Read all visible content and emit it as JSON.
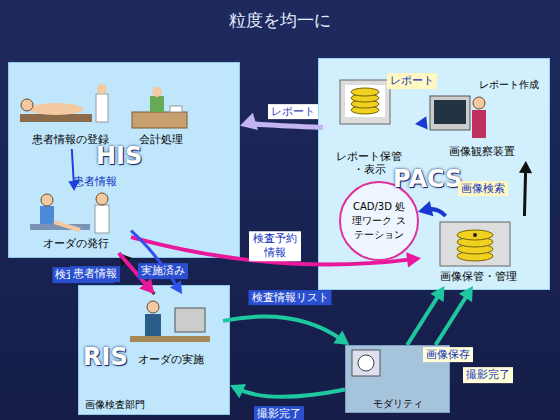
{
  "diagram": {
    "title": "粒度を均一に",
    "nodes": [
      {
        "text": [
          "HIS"
        ]
      },
      {
        "text": [
          "患者情報の登録"
        ],
        "in": 0
      },
      {
        "text": [
          "会計処理"
        ],
        "in": 0
      },
      {
        "text": [
          "オーダの発行"
        ],
        "in": 0
      },
      {
        "text": [
          "PACS"
        ]
      },
      {
        "text": [
          "レポート保管・表示"
        ],
        "in": 4
      },
      {
        "text": [
          "レポート作成",
          "画像観察装置"
        ],
        "in": 4
      },
      {
        "text": [
          "CAD/3D 処理ワーク ステーション"
        ],
        "in": 4
      },
      {
        "text": [
          "画像保管・管理"
        ],
        "in": 4
      },
      {
        "text": [
          "RIS",
          "画像検査部門"
        ]
      },
      {
        "text": [
          "オーダの実施"
        ],
        "in": 9
      },
      {
        "text": [
          "モダリティ"
        ]
      }
    ],
    "edges": [
      {
        "from": 5,
        "to": 0,
        "label": "レポート",
        "arrow": "to"
      },
      {
        "from": 1,
        "to": 3,
        "label": "患者情報",
        "arrow": "to"
      },
      {
        "from": 3,
        "to": 8,
        "label": "検査予約情報",
        "arrow": "to"
      },
      {
        "from": 10,
        "to": 3,
        "label": "実施済み",
        "arrow": "to"
      },
      {
        "from": 3,
        "to": 10,
        "label": "検査オーダ",
        "arrow": "to"
      },
      {
        "from": 3,
        "to": 10,
        "label": "患者情報",
        "arrow": "to"
      },
      {
        "from": 10,
        "to": 11,
        "label": "検査情報リスト",
        "arrow": "to"
      },
      {
        "from": 11,
        "to": 8,
        "label": "画像保存",
        "arrow": "to"
      },
      {
        "from": 11,
        "to": 8,
        "label": "撮影完了",
        "arrow": "to"
      },
      {
        "from": 11,
        "to": 9,
        "label": "撮影完了",
        "arrow": "to"
      },
      {
        "from": 8,
        "to": 6,
        "arrow": "to"
      },
      {
        "from": 8,
        "to": 7,
        "label": "画像検索",
        "arrow": "to"
      },
      {
        "from": 6,
        "to": 5,
        "label": "レポート",
        "arrow": "to"
      }
    ]
  }
}
